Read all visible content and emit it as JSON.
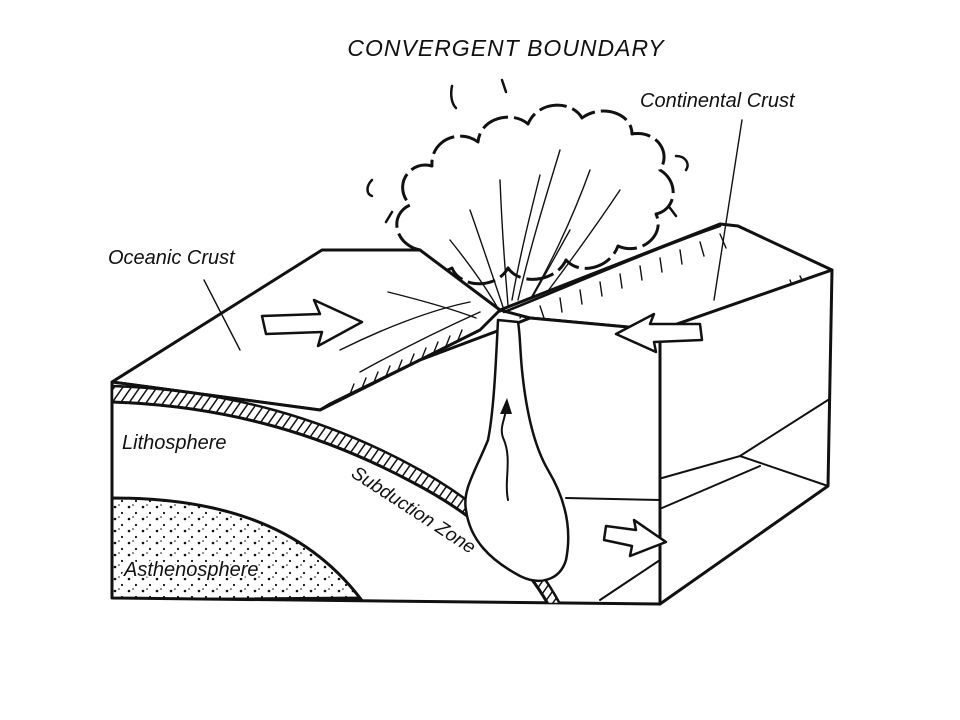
{
  "diagram": {
    "title": "CONVERGENT BOUNDARY",
    "labels": {
      "continental_crust": "Continental Crust",
      "oceanic_crust": "Oceanic Crust",
      "lithosphere": "Lithosphere",
      "asthenosphere": "Asthenosphere",
      "subduction_zone": "Subduction Zone"
    }
  }
}
